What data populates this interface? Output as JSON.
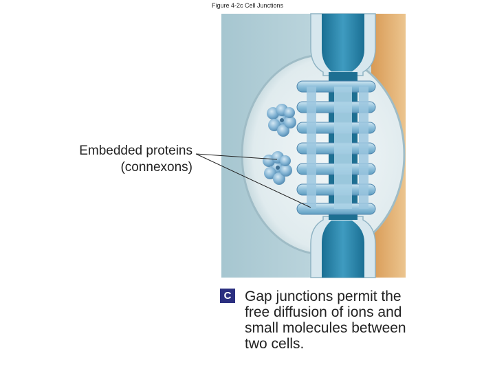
{
  "figure": {
    "title": "Figure 4-2c  Cell Junctions"
  },
  "labels": {
    "embedded_line1": "Embedded proteins",
    "embedded_line2": "(connexons)"
  },
  "badge": "C",
  "caption": {
    "line1": "Gap junctions permit the",
    "line2": "free diffusion of ions and",
    "line3": "small molecules between",
    "line4": "two cells."
  }
}
